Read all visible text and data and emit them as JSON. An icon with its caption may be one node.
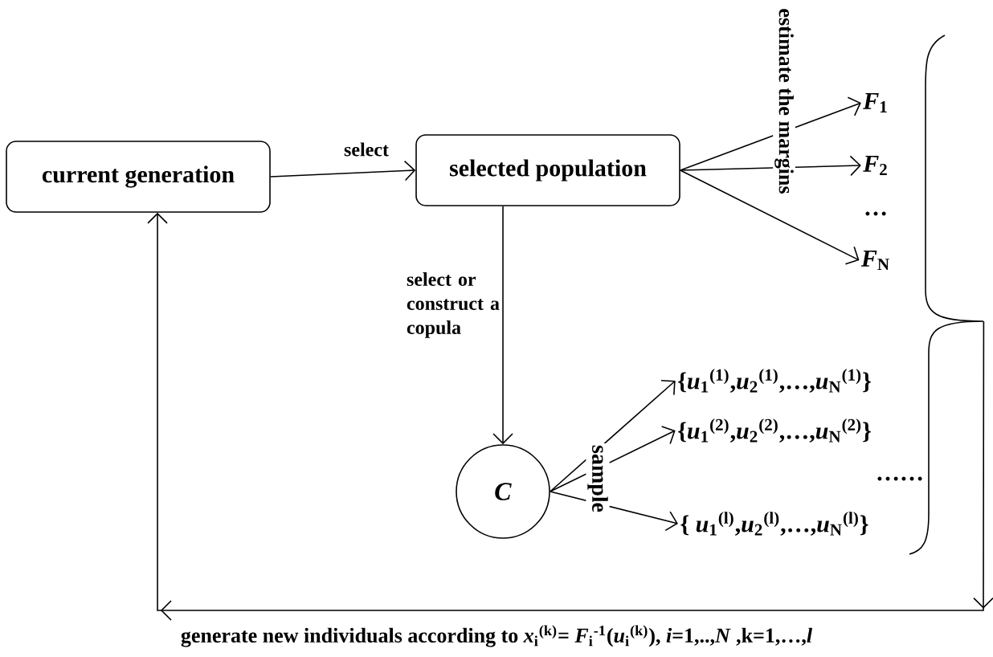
{
  "diagram": {
    "nodes": [
      {
        "text": [
          "current generation"
        ]
      },
      {
        "text": [
          "selected population"
        ]
      },
      {
        "text": [
          "*F*$_{1}$"
        ]
      },
      {
        "text": [
          "*F*$_{2}$"
        ]
      },
      {
        "text": [
          "*F*$_{N}$"
        ]
      },
      {
        "text": [
          "*C*"
        ]
      },
      {
        "text": [
          "{*u*$_{1}$$^{(1)}$,*u*$_{2}$$^{(1)}$,…,*u*$_{N}$$^{(1)}$}"
        ]
      },
      {
        "text": [
          "{*u*$_{1}$$^{(2)}$,*u*$_{2}$$^{(2)}$,…,*u*$_{N}$$^{(2)}$}"
        ]
      },
      {
        "text": [
          "{ *u*$_{1}$$^{(l)}$,*u*$_{2}$$^{(l)}$,…,*u*$_{N}$$^{(l)}$}"
        ]
      },
      {
        "text": [],
        "shape": "brace"
      }
    ],
    "edges": [
      {
        "from": 0,
        "to": 1,
        "arrow": "to",
        "label": "select"
      },
      {
        "from": 1,
        "to": 2,
        "arrow": "to"
      },
      {
        "from": 1,
        "to": 3,
        "arrow": "to",
        "label": "estimate the margins"
      },
      {
        "from": 1,
        "to": 4,
        "arrow": "to"
      },
      {
        "from": 1,
        "to": 5,
        "arrow": "to",
        "label": "select or construct a copula"
      },
      {
        "from": 5,
        "to": 6,
        "arrow": "to"
      },
      {
        "from": 5,
        "to": 7,
        "arrow": "to",
        "label": "sample"
      },
      {
        "from": 5,
        "to": 8,
        "arrow": "to"
      },
      {
        "from": 9,
        "to": 0,
        "arrow": "to",
        "label": "generate new individuals according to *x*$_{i}$$^{(k)}$= *F*$_{i}$$^{-1}$(*u*$_{i}$$^{(k)}$), *i*=1,..,*N* ,k=1,…,*l*"
      }
    ],
    "labels": [
      "…",
      "……"
    ]
  }
}
